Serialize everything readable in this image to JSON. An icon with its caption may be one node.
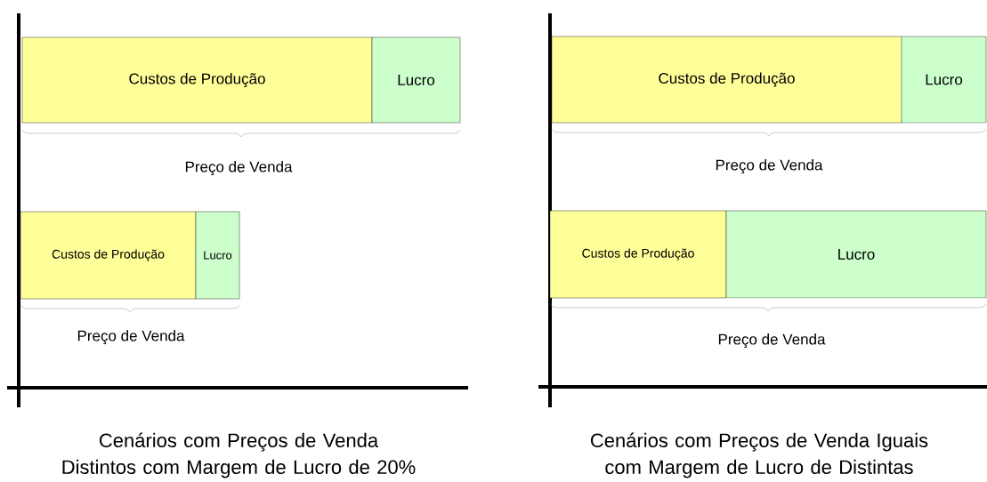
{
  "diagram": {
    "nodes": [
      {
        "text": [
          "Custos de Produção"
        ]
      },
      {
        "text": [
          "Lucro"
        ]
      },
      {
        "text": [
          "Custos de Produção"
        ]
      },
      {
        "text": [
          "Lucro"
        ]
      },
      {
        "text": [
          "Custos de Produção"
        ]
      },
      {
        "text": [
          "Lucro"
        ]
      },
      {
        "text": [
          "Custos de Produção"
        ]
      },
      {
        "text": [
          "Lucro"
        ]
      }
    ],
    "labels": [
      "Preço de Venda",
      "Preço de Venda",
      "Preço de Venda",
      "Preço de Venda",
      "Cenários com Preços de Venda Distintos com Margem de Lucro de 20%",
      "Cenários com Preços de Venda Iguais com Margem de Lucro de Distintas"
    ]
  }
}
